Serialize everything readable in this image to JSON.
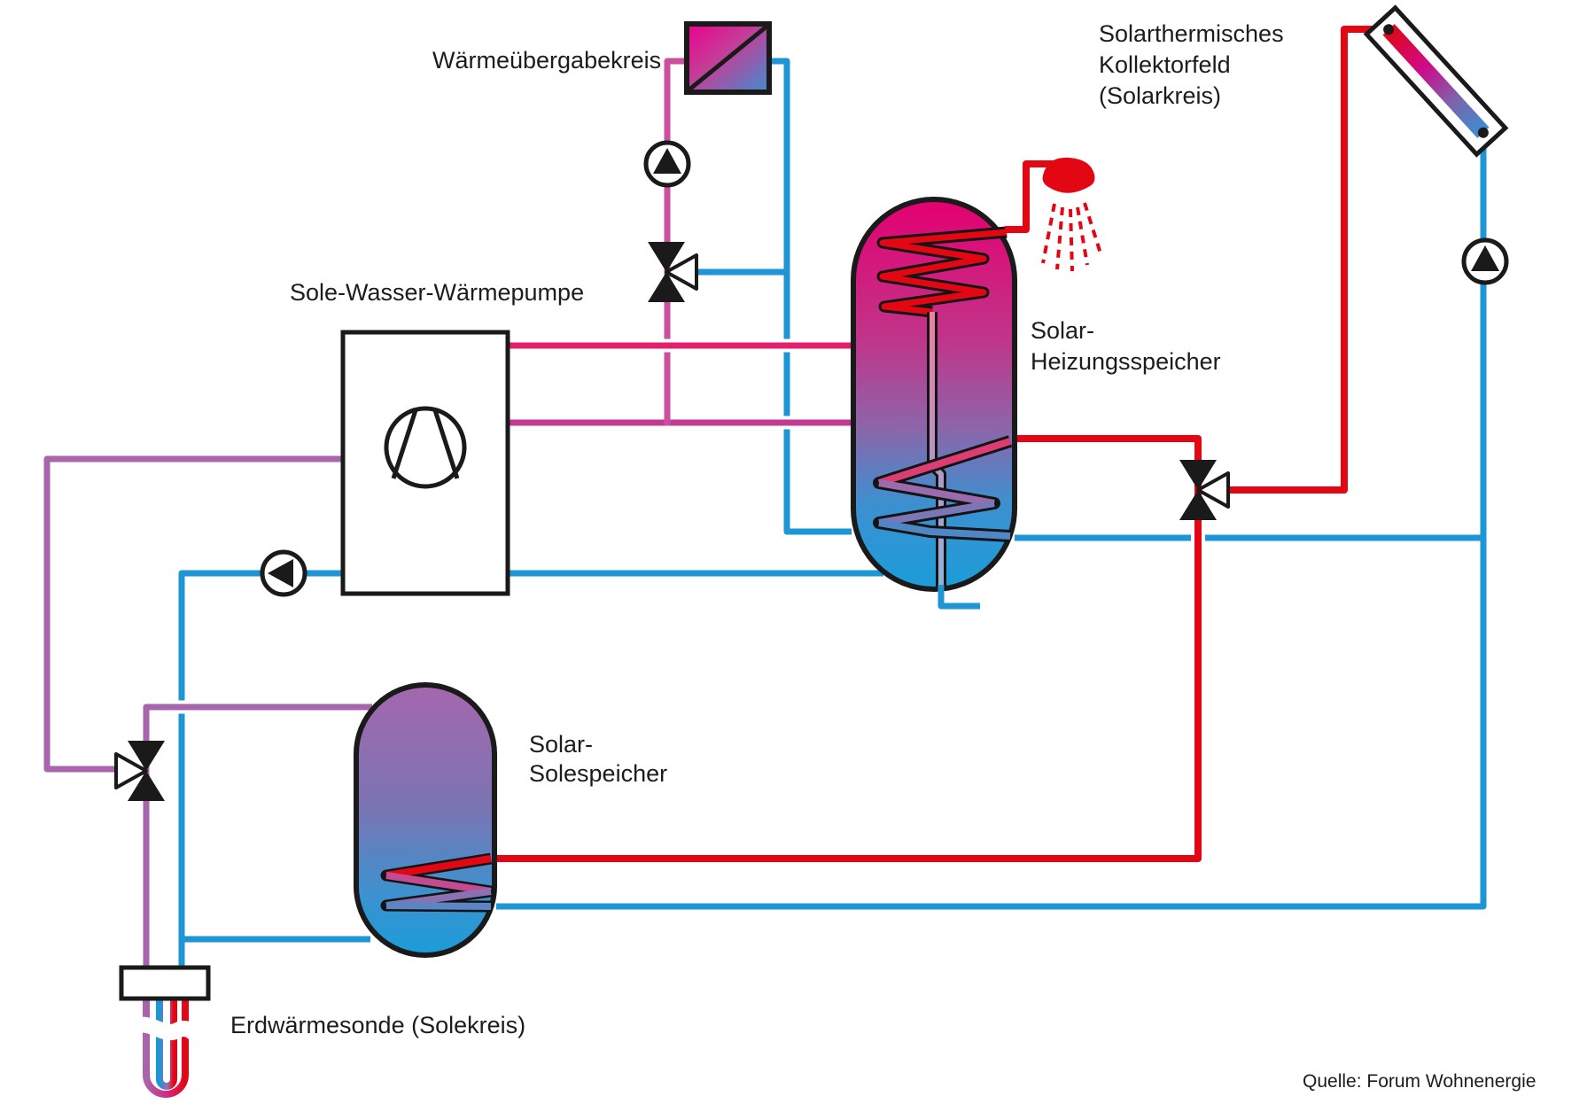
{
  "labels": {
    "heat_transfer_circuit": "Wärmeübergabekreis",
    "heat_pump": "Sole-Wasser-Wärmepumpe",
    "collector": [
      "Solarthermisches",
      "Kollektorfeld",
      "(Solarkreis)"
    ],
    "heating_storage": [
      "Solar-",
      "Heizungsspeicher"
    ],
    "brine_storage": [
      "Solar-",
      "Solespeicher"
    ],
    "ground_probe": "Erdwärmesonde (Solekreis)",
    "source": "Quelle: Forum Wohnenergie"
  },
  "colors": {
    "pipe_blue": "#1e96d5",
    "pipe_red": "#e30613",
    "pipe_crimson": "#e2206b",
    "pipe_magenta": "#c23a92",
    "pipe_pink": "#cc4f9f",
    "pipe_purple": "#a765ab",
    "outline_black": "#1a1a1a",
    "tank_heating_top": "#e40070",
    "tank_heating_mid": "#8e64a8",
    "tank_heating_bottom": "#1b9dd9",
    "tank_brine_top": "#a567ae",
    "tank_brine_mid": "#7b74b3",
    "tank_brine_bottom": "#1b9dd9",
    "radiator_magenta": "#ec008c",
    "radiator_blue": "#3e8ed1",
    "text": "#1c1c1c"
  },
  "icons": {
    "pump": "circle-with-triangle-pump-icon",
    "valve": "three-way-valve-icon",
    "compressor": "compressor-circle-icon",
    "shower": "shower-head-icon",
    "ground_break": "ground-wave-break-icon",
    "collector_panel": "tilted-solar-collector-icon"
  }
}
